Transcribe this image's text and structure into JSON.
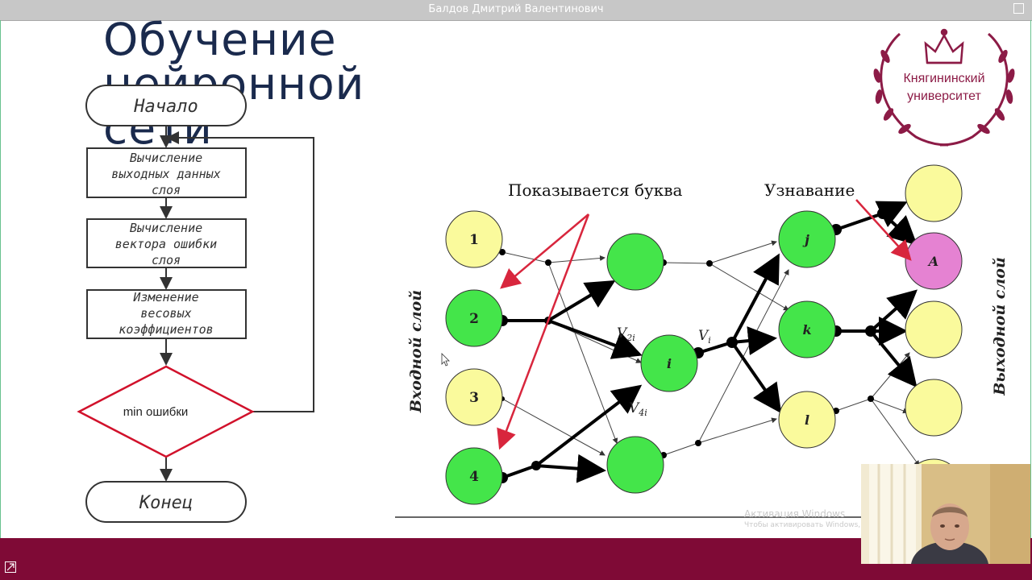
{
  "window": {
    "title": "Балдов Дмитрий Валентинович"
  },
  "slide": {
    "title": "Обучение нейронной сети"
  },
  "logo": {
    "line1": "Княгининский",
    "line2": "университет",
    "color": "#8c1b46"
  },
  "flowchart": {
    "start": "Начало",
    "step1": [
      "Вычисление",
      "выходных данных",
      "слоя"
    ],
    "step2": [
      "Вычисление",
      "вектора ошибки",
      "слоя"
    ],
    "step3": [
      "Изменение",
      "весовых",
      "коэффициентов"
    ],
    "decision": "min ошибки",
    "end": "Конец",
    "decision_color": "#d1112b"
  },
  "network": {
    "label_shown": "Показывается буква",
    "label_recognize": "Узнавание",
    "input_layer": "Входной слой",
    "output_layer": "Выходной слой",
    "inputs": [
      "1",
      "2",
      "3",
      "4"
    ],
    "hidden_i": "i",
    "v2i": "V",
    "v2i_sub": "2i",
    "v4i": "V",
    "v4i_sub": "4i",
    "vi": "V",
    "vi_sub": "i",
    "layer2": [
      "j",
      "k",
      "l"
    ],
    "output_active": "A",
    "colors": {
      "green": "#44e54a",
      "yellow": "#fafa9c",
      "pink": "#e582d2",
      "arrow_red": "#d8263d"
    }
  },
  "watermark": {
    "line1": "Активация Windows",
    "line2": "Чтобы активировать Windows,"
  },
  "colors": {
    "bottom_bar": "#7f0a36",
    "title": "#1a2a4d"
  }
}
